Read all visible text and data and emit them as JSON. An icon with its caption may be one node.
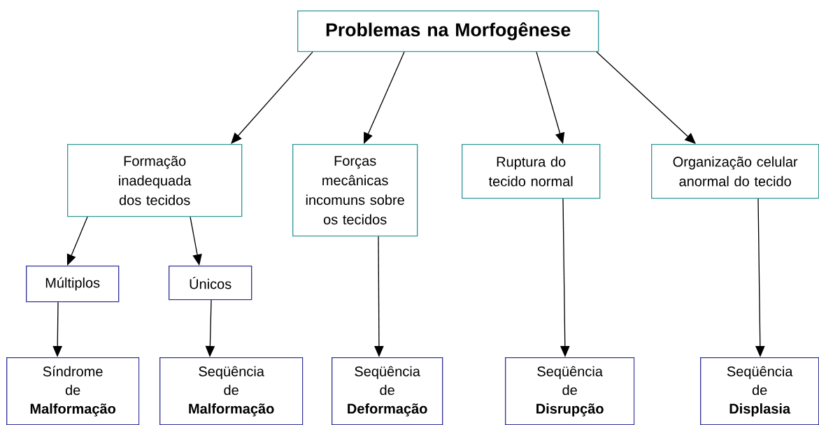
{
  "diagram": {
    "nodes": [
      {
        "text": [
          "Problemas na Morfogênese"
        ]
      },
      {
        "text": [
          "Formação inadequada dos tecidos"
        ]
      },
      {
        "text": [
          "Forças mecânicas incomuns sobre os tecidos"
        ]
      },
      {
        "text": [
          "Ruptura do tecido normal"
        ]
      },
      {
        "text": [
          "Organização celular anormal do tecido"
        ]
      },
      {
        "text": [
          "Múltiplos"
        ]
      },
      {
        "text": [
          "Únicos"
        ]
      },
      {
        "text": [
          "Síndrome",
          "de",
          "Malformação"
        ]
      },
      {
        "text": [
          "Seqüência",
          "de",
          "Malformação"
        ]
      },
      {
        "text": [
          "Seqüência",
          "de",
          "Deformação"
        ]
      },
      {
        "text": [
          "Seqüência",
          "de",
          "Disrupção"
        ]
      },
      {
        "text": [
          "Seqüência",
          "de",
          "Displasia"
        ]
      }
    ],
    "edges": [
      {
        "from": 0,
        "to": 1,
        "arrow": "to"
      },
      {
        "from": 0,
        "to": 2,
        "arrow": "to"
      },
      {
        "from": 0,
        "to": 3,
        "arrow": "to"
      },
      {
        "from": 0,
        "to": 4,
        "arrow": "to"
      },
      {
        "from": 1,
        "to": 5,
        "arrow": "to"
      },
      {
        "from": 1,
        "to": 6,
        "arrow": "to"
      },
      {
        "from": 2,
        "to": 9,
        "arrow": "to"
      },
      {
        "from": 3,
        "to": 10,
        "arrow": "to"
      },
      {
        "from": 4,
        "to": 11,
        "arrow": "to"
      },
      {
        "from": 5,
        "to": 7,
        "arrow": "to"
      },
      {
        "from": 6,
        "to": 8,
        "arrow": "to"
      }
    ]
  }
}
